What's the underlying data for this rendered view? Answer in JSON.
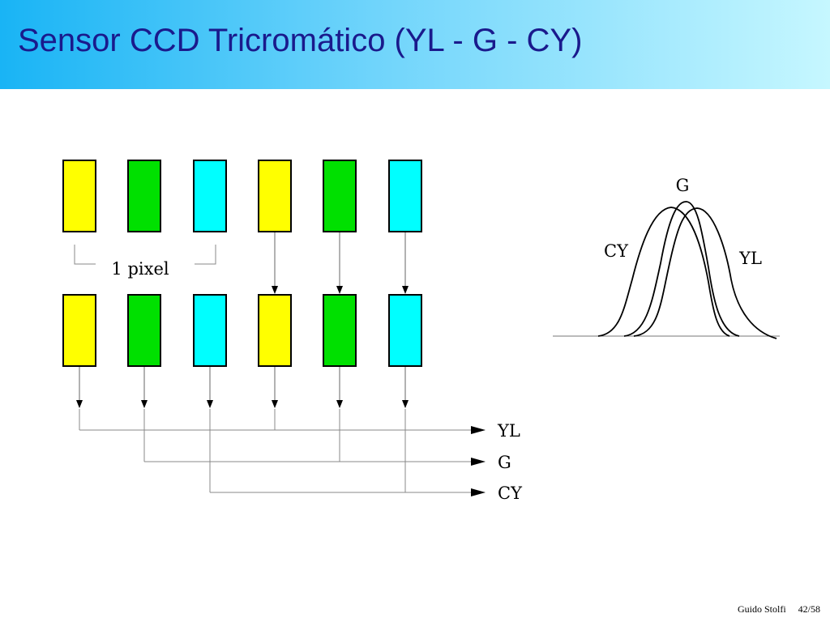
{
  "slide": {
    "title": "Sensor CCD Tricromático (YL - G - CY)"
  },
  "colors": {
    "yellow": "#ffff00",
    "green": "#00e000",
    "cyan": "#00ffff",
    "outline": "#000000",
    "wire": "#888888"
  },
  "sensor": {
    "top_row": [
      "yellow",
      "green",
      "cyan",
      "yellow",
      "green",
      "cyan"
    ],
    "bottom_row": [
      "yellow",
      "green",
      "cyan",
      "yellow",
      "green",
      "cyan"
    ],
    "pixel_label": "1 pixel"
  },
  "outputs": [
    {
      "label": "YL",
      "sources": [
        0,
        3
      ]
    },
    {
      "label": "G",
      "sources": [
        1,
        4
      ]
    },
    {
      "label": "CY",
      "sources": [
        2,
        5
      ]
    }
  ],
  "spectrum": {
    "labels": {
      "g": "G",
      "cy": "CY",
      "yl": "YL"
    }
  },
  "footer": {
    "author": "Guido Stolfi",
    "page": "42/58"
  }
}
